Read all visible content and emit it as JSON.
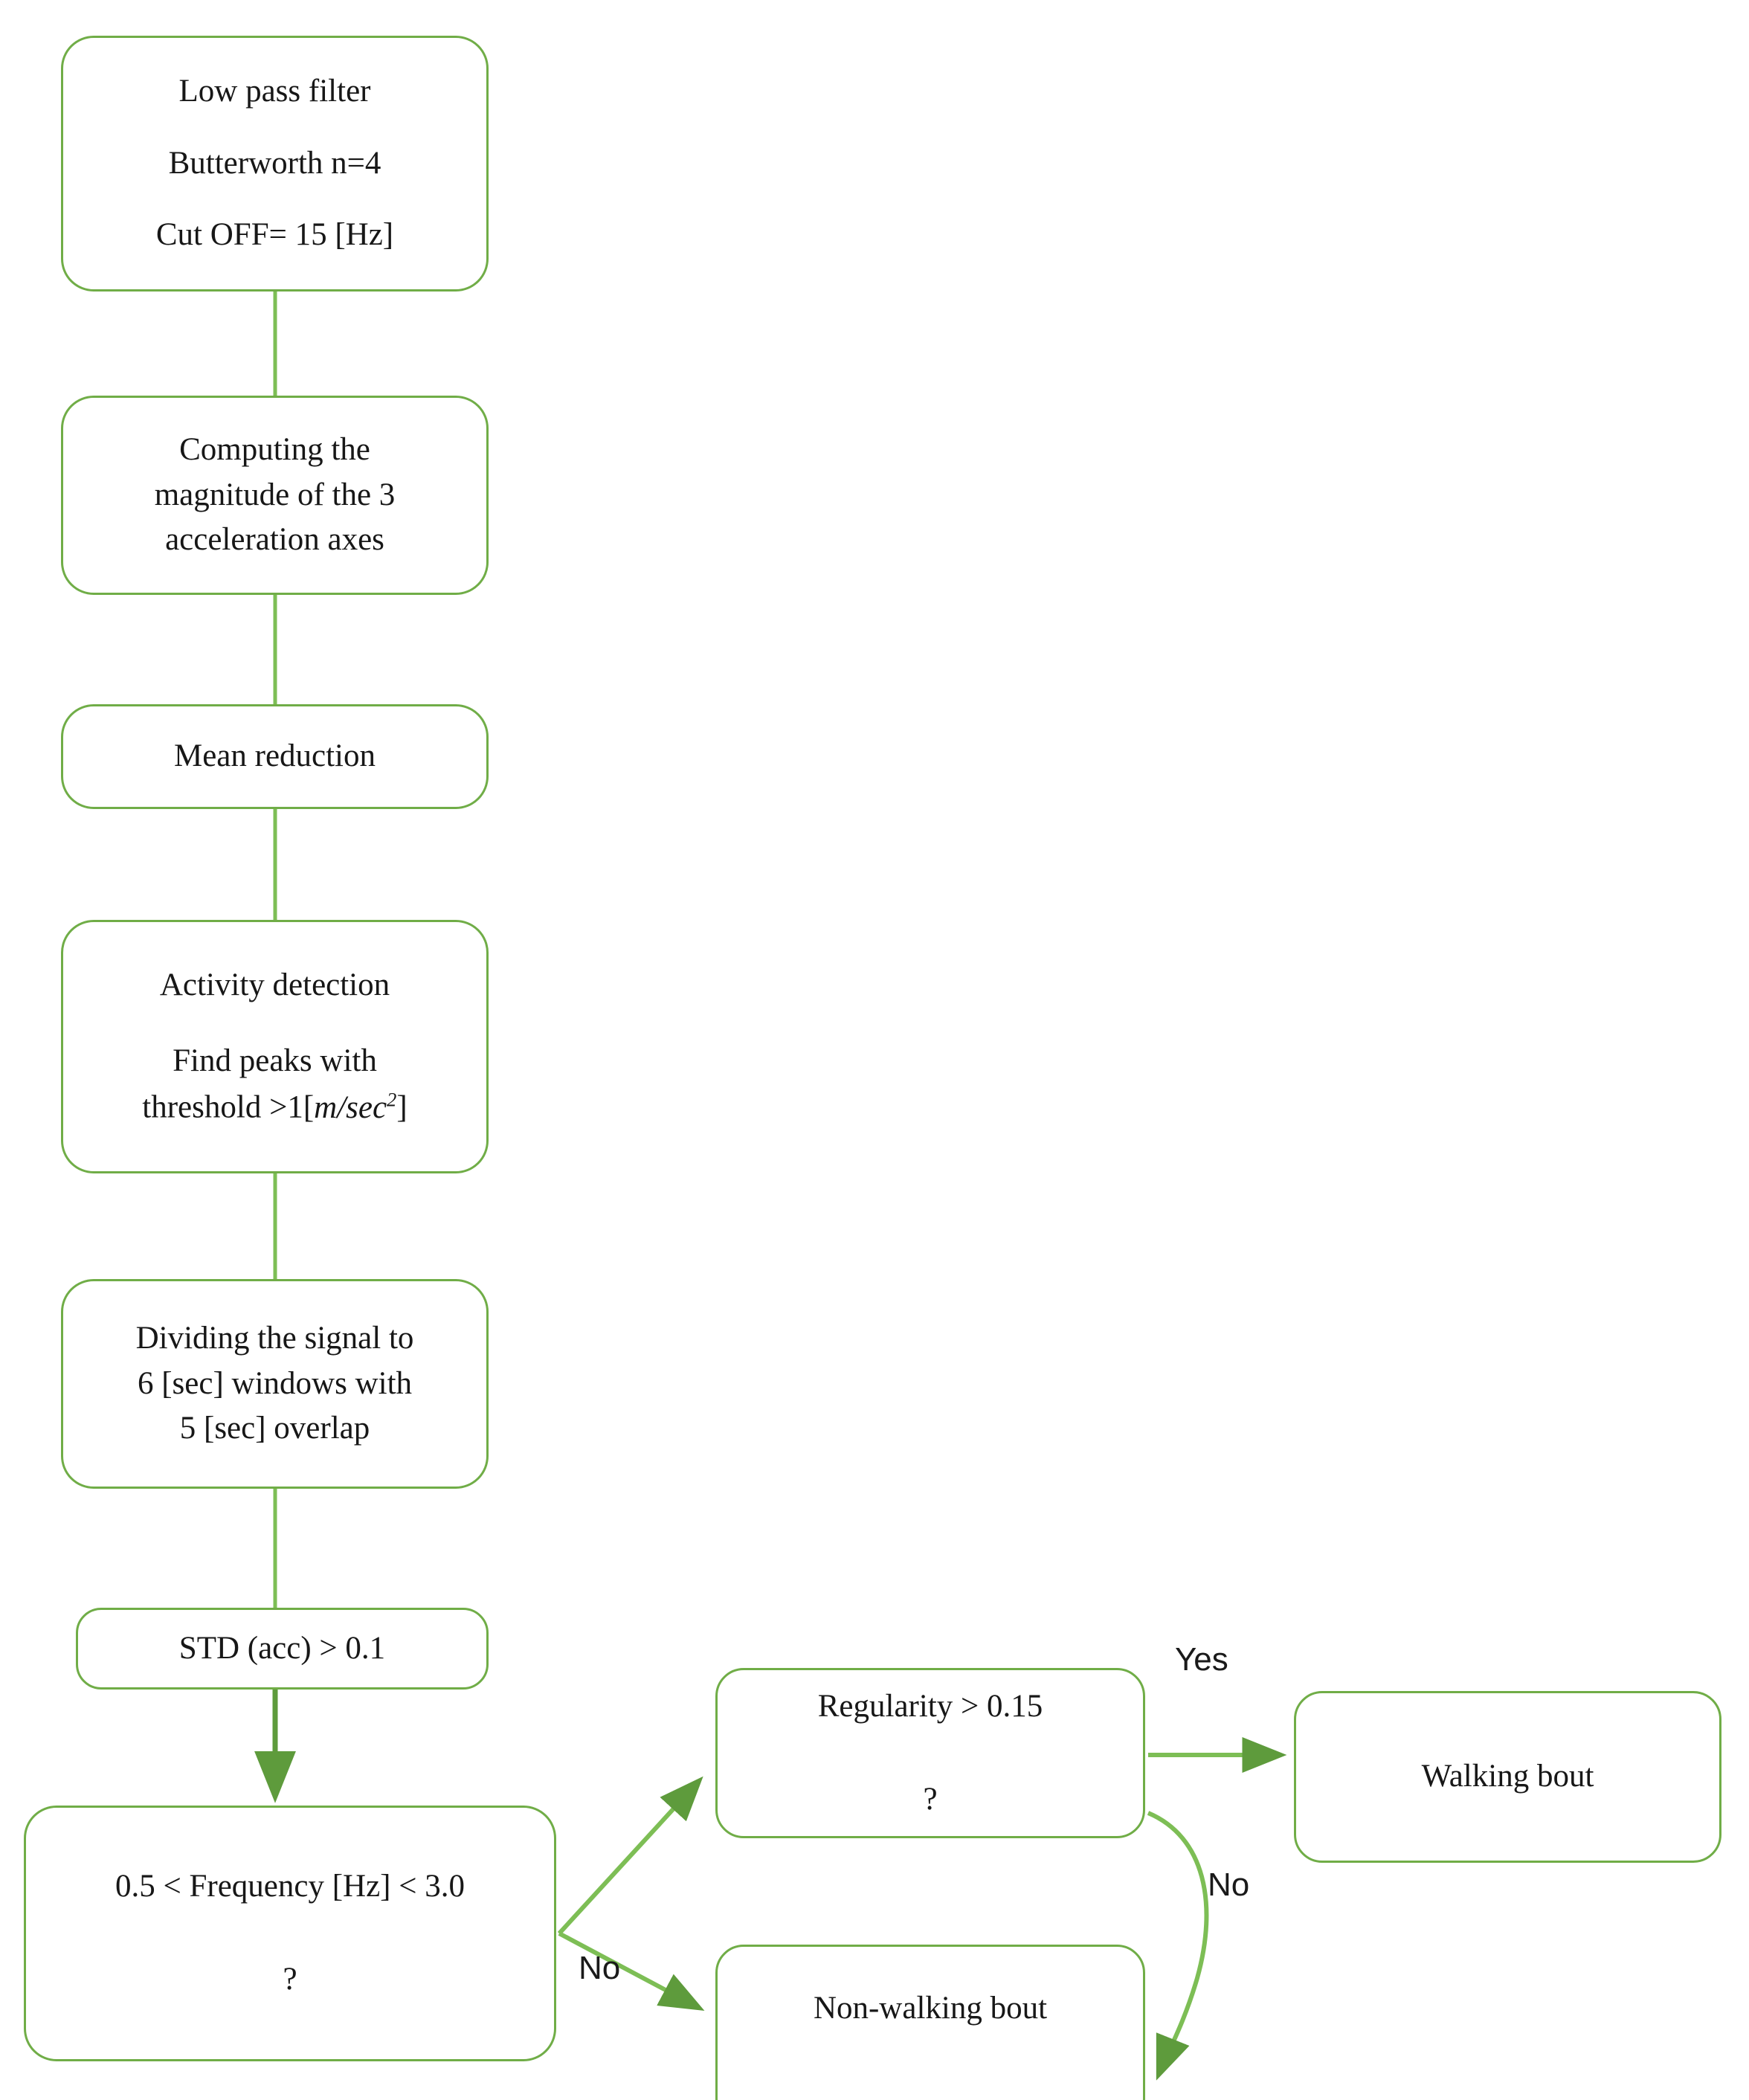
{
  "diagram": {
    "title": "Walking bout detection signal-processing flowchart",
    "accent_color": "#70AD47",
    "text_color": "#171717",
    "background_color": "#FFFFFF"
  },
  "nodes": {
    "low_pass_filter": {
      "line1": "Low pass filter",
      "line2": "Butterworth n=4",
      "line3": "Cut OFF= 15 [Hz]"
    },
    "magnitude": {
      "line1": "Computing the",
      "line2": "magnitude of the 3",
      "line3": "acceleration axes"
    },
    "mean_reduction": {
      "line1": "Mean reduction"
    },
    "activity_detection": {
      "line1": "Activity detection",
      "line2": "Find peaks with",
      "line3_prefix": "threshold >1[",
      "line3_math": "m/sec",
      "line3_exponent": "2",
      "line3_suffix": "]"
    },
    "windowing": {
      "line1": "Dividing the signal to",
      "line2": "6 [sec] windows with",
      "line3": "5 [sec] overlap"
    },
    "std_threshold": {
      "line1": "STD (acc) > 0.1"
    },
    "frequency_decision": {
      "line1": "0.5 < Frequency [Hz] < 3.0",
      "line2": "?"
    },
    "regularity_decision": {
      "line1": "Regularity > 0.15",
      "line2": "?"
    },
    "walking_bout": {
      "line1": "Walking bout"
    },
    "non_walking_bout": {
      "line1": "Non-walking bout"
    }
  },
  "edge_labels": {
    "frequency_no": "No",
    "regularity_yes": "Yes",
    "regularity_no": "No"
  }
}
